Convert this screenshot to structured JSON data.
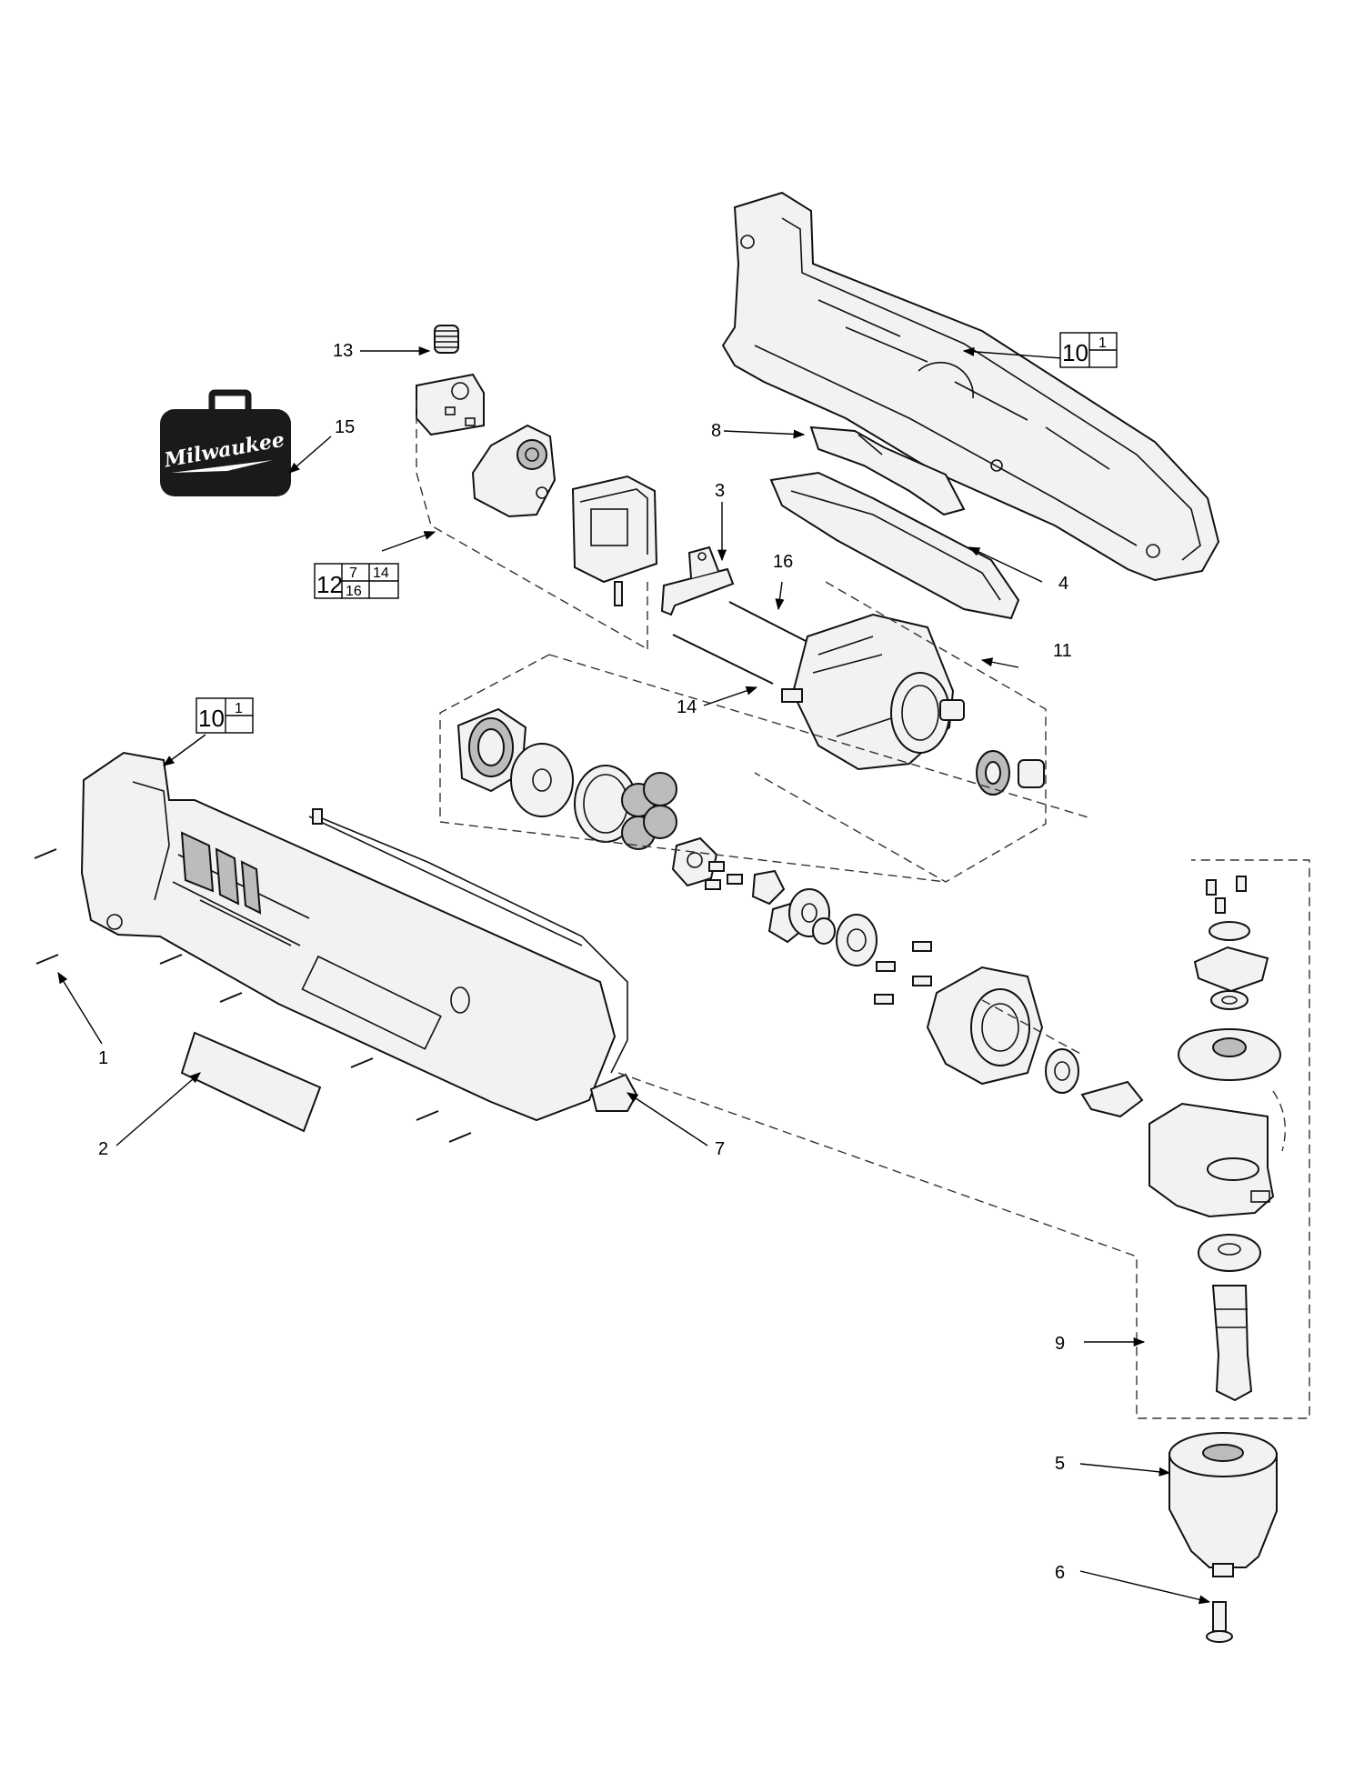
{
  "brand": {
    "logo_text": "Milwaukee"
  },
  "callouts": {
    "c1": "1",
    "c2": "2",
    "c3": "3",
    "c4": "4",
    "c5": "5",
    "c6": "6",
    "c7": "7",
    "c8": "8",
    "c9": "9",
    "c11": "11",
    "c13": "13",
    "c14": "14",
    "c15": "15",
    "c16": "16"
  },
  "boxes": {
    "top_housing": {
      "main": "10",
      "sub": "1"
    },
    "left_housing": {
      "main": "10",
      "sub": "1"
    },
    "switch_assembly": {
      "main": "12",
      "sub_a": "7",
      "sub_b": "14",
      "sub_c": "16"
    }
  },
  "colors": {
    "line": "#111111",
    "fill_light": "#f2f2f2",
    "fill_dark": "#bcbcbc",
    "case": "#1a1a1a"
  }
}
